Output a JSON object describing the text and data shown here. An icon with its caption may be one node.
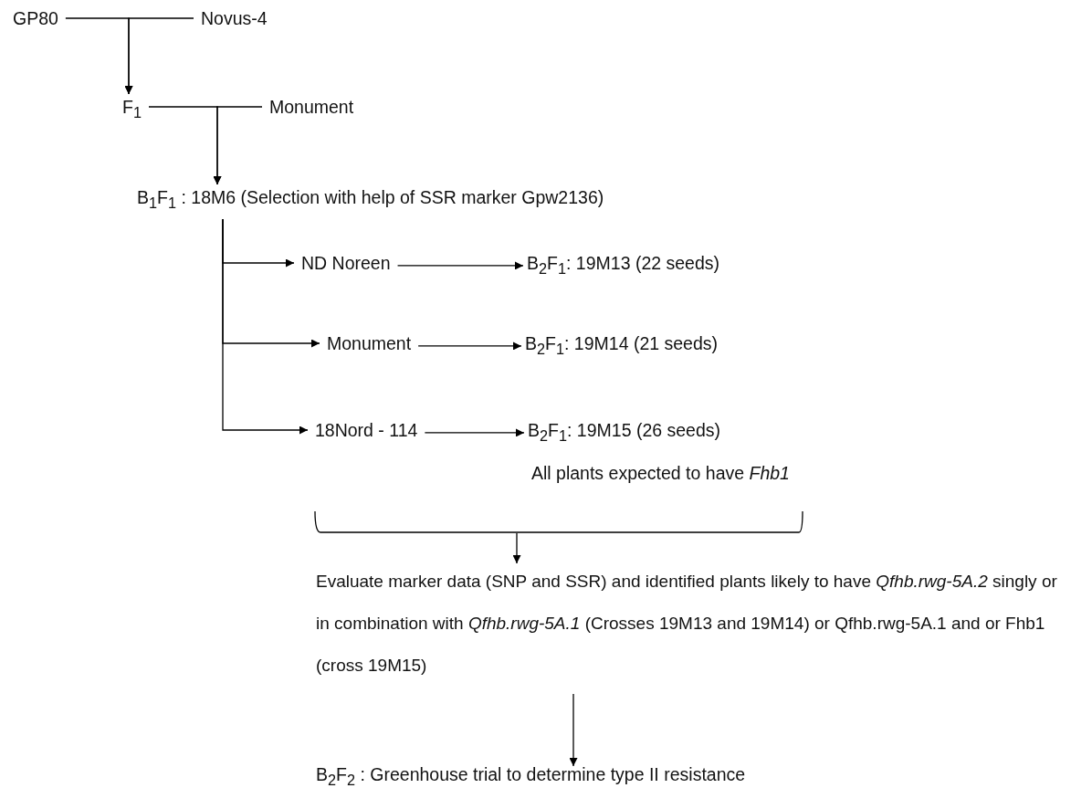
{
  "diagram": {
    "nodes": [
      {
        "text": [
          "GP80"
        ]
      },
      {
        "text": [
          "Novus-4"
        ]
      },
      {
        "text": [
          "F$_{1}$"
        ]
      },
      {
        "text": [
          "Monument"
        ]
      },
      {
        "text": [
          "B$_{1}$F$_{1}$ : 18M6 (Selection with help of SSR marker Gpw2136)"
        ]
      },
      {
        "text": [
          "ND Noreen"
        ]
      },
      {
        "text": [
          "B$_{2}$F$_{1}$: 19M13 (22 seeds)"
        ]
      },
      {
        "text": [
          "Monument"
        ]
      },
      {
        "text": [
          "B$_{2}$F$_{1}$: 19M14 (21 seeds)"
        ]
      },
      {
        "text": [
          "18Nord - 114"
        ]
      },
      {
        "text": [
          "B$_{2}$F$_{1}$: 19M15 (26 seeds)"
        ]
      },
      {
        "text": [],
        "shape": "bracket"
      },
      {
        "text": [
          "Evaluate marker data (SNP and SSR) and identified plants likely to have *Qfhb.rwg-5A.2* singly or in combination with *Qfhb.rwg-5A.1* (Crosses 19M13 and 19M14) or  Qfhb.rwg-5A.1 and or Fhb1 (cross 19M15)"
        ]
      },
      {
        "text": [
          "B$_{2}$F$_{2}$ : Greenhouse trial to determine type II resistance"
        ]
      }
    ],
    "edges": [
      {
        "from": 0,
        "to": 2,
        "arrow": "to"
      },
      {
        "from": 1,
        "to": 2,
        "arrow": "to"
      },
      {
        "from": 2,
        "to": 4,
        "arrow": "to"
      },
      {
        "from": 3,
        "to": 4,
        "arrow": "to"
      },
      {
        "from": 4,
        "to": 5,
        "arrow": "to"
      },
      {
        "from": 4,
        "to": 7,
        "arrow": "to"
      },
      {
        "from": 4,
        "to": 9,
        "arrow": "to"
      },
      {
        "from": 5,
        "to": 6,
        "arrow": "to"
      },
      {
        "from": 7,
        "to": 8,
        "arrow": "to"
      },
      {
        "from": 9,
        "to": 10,
        "arrow": "to"
      },
      {
        "from": 11,
        "to": 12,
        "arrow": "to"
      },
      {
        "from": 12,
        "to": 13,
        "arrow": "to"
      }
    ],
    "labels": [
      "All plants expected to have *Fhb1*"
    ]
  }
}
